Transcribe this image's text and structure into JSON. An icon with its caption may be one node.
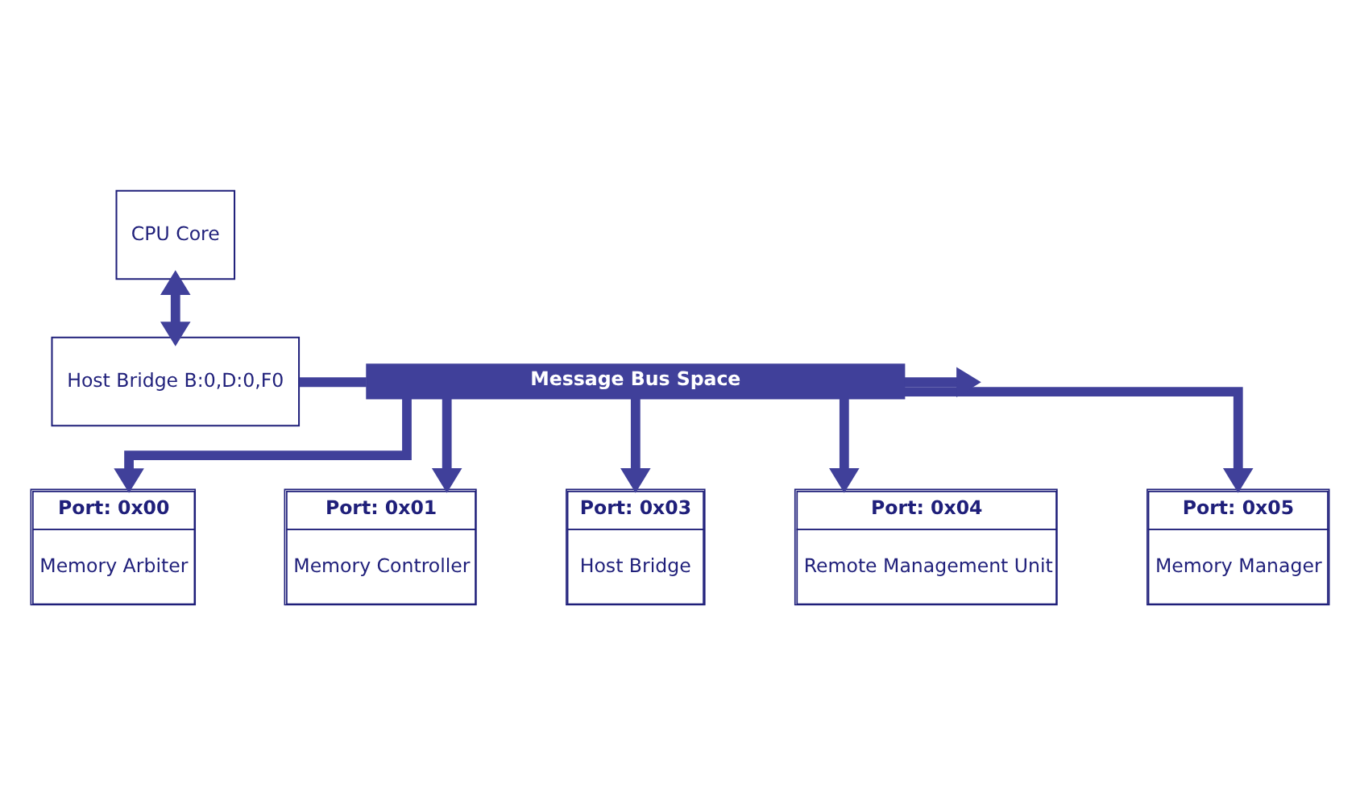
{
  "diagram": {
    "nodes": [
      {
        "text": [
          "CPU Core"
        ]
      },
      {
        "text": [
          "Host Bridge B:0,D:0,F0"
        ]
      },
      {
        "text": [
          "Message Bus Space"
        ]
      },
      {
        "text": [
          "Port: 0x00",
          "Memory Arbiter"
        ]
      },
      {
        "text": [
          "Port: 0x01",
          "Memory Controller"
        ]
      },
      {
        "text": [
          "Port: 0x03",
          "Host Bridge"
        ]
      },
      {
        "text": [
          "Port: 0x04",
          "Remote Management Unit"
        ]
      },
      {
        "text": [
          "Port: 0x05",
          "Memory Manager"
        ]
      }
    ],
    "edges": [
      {
        "from": 0,
        "to": 1,
        "arrow": "both"
      },
      {
        "from": 1,
        "to": 2,
        "arrow": "none"
      },
      {
        "from": 2,
        "to": null,
        "arrow": "to"
      },
      {
        "from": 2,
        "to": 3,
        "arrow": "to"
      },
      {
        "from": 2,
        "to": 4,
        "arrow": "to"
      },
      {
        "from": 2,
        "to": 5,
        "arrow": "to"
      },
      {
        "from": 2,
        "to": 6,
        "arrow": "to"
      },
      {
        "from": 2,
        "to": 7,
        "arrow": "to"
      }
    ]
  }
}
